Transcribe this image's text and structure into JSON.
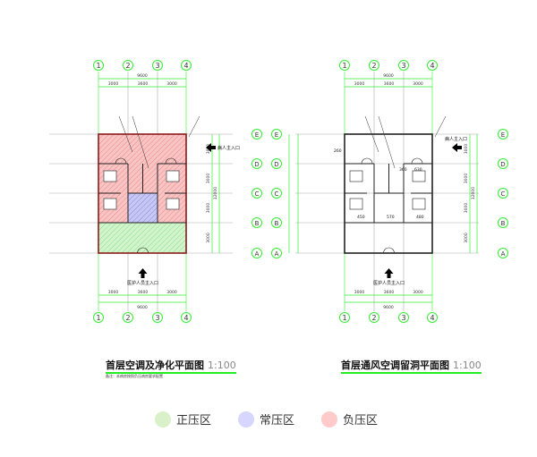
{
  "plans": [
    {
      "title": "首层空调及净化平面图",
      "scale": "1:100",
      "note": "备注：本病房按照负压病房要求配置",
      "columns": [
        "1",
        "2",
        "3",
        "4"
      ],
      "rows": [
        "E",
        "D",
        "C",
        "B",
        "A"
      ],
      "dims_top": [
        "3000",
        "3600",
        "3000"
      ],
      "dims_total": "9600",
      "dims_side": [
        "3000",
        "3000",
        "3000",
        "3000"
      ],
      "side_total": "12000",
      "entrance_patient": "病人主入口",
      "entrance_staff": "医护人员主入口"
    },
    {
      "title": "首层通风空调留洞平面图",
      "scale": "1:100",
      "columns": [
        "1",
        "2",
        "3",
        "4"
      ],
      "rows": [
        "E",
        "D",
        "C",
        "B",
        "A"
      ],
      "dims_top": [
        "3000",
        "3600",
        "3000"
      ],
      "dims_total": "9600",
      "dims_side": [
        "3000",
        "3000",
        "3000",
        "3000"
      ],
      "side_total": "12000",
      "entrance_patient": "病人主入口",
      "entrance_staff": "医护人员主入口",
      "hole_labels": [
        "360",
        "630",
        "450",
        "570",
        "480",
        "260"
      ]
    }
  ],
  "legend": [
    {
      "label": "正压区",
      "color": "#d9f0c8"
    },
    {
      "label": "常压区",
      "color": "#d6d6ff"
    },
    {
      "label": "负压区",
      "color": "#ffcaca"
    }
  ],
  "colors": {
    "grid": "#33ee33",
    "wall": "#222222",
    "negative": "#f6b3b3",
    "neutral": "#b8b8f4",
    "positive": "#c4f0c0"
  }
}
